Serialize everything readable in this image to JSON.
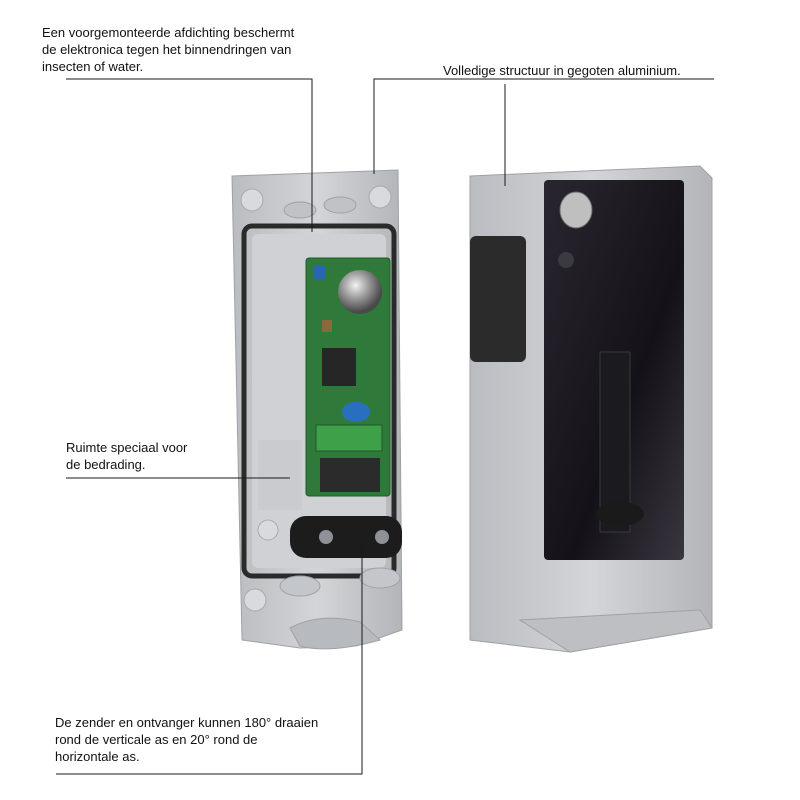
{
  "callouts": {
    "seal": "Een voorgemonteerde afdichting beschermt\nde elektronica tegen het binnendringen van\ninsecten of water.",
    "structure": "Volledige structuur in gegoten aluminium.",
    "wiring_space": "Ruimte speciaal voor\nde bedrading.",
    "rotation": "De zender en ontvanger kunnen 180° draaien\nrond de verticale as en 20° rond de\nhorizontale as."
  },
  "product": {
    "photo_name": "aluminium-photocell-housing"
  },
  "colors": {
    "aluminium": "#c8cacd",
    "aluminium_dark": "#a9acb0",
    "pcb": "#2f7a3a",
    "gasket": "#2a2a2a",
    "leader": "#1a1a1a"
  }
}
